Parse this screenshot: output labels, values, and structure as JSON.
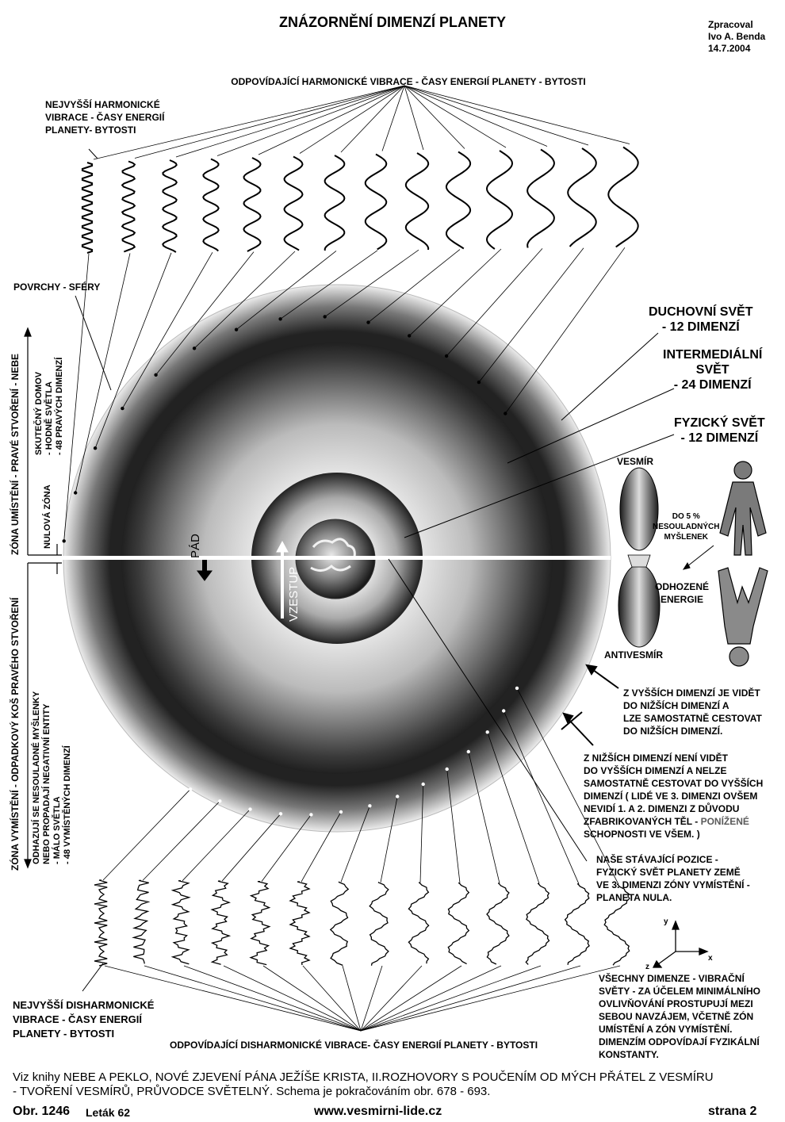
{
  "title": "ZNÁZORNĚNÍ DIMENZÍ PLANETY",
  "author_lines": "Zpracoval\nIvo A. Benda\n14.7.2004",
  "top_caption": "ODPOVÍDAJÍCÍ HARMONICKÉ VIBRACE - ČASY ENERGIÍ PLANETY - BYTOSTI",
  "top_left_label": "NEJVYŠŠÍ HARMONICKÉ\nVIBRACE - ČASY ENERGIÍ\nPLANETY- BYTOSTI",
  "spheres_label": "POVRCHY - SFÉRY",
  "spiritual_world": "DUCHOVNÍ SVĚT\n- 12 DIMENZÍ",
  "intermedial_world": "INTERMEDIÁLNÍ\nSVĚT\n- 24 DIMENZÍ",
  "physical_world": "FYZICKÝ SVĚT\n- 12 DIMENZÍ",
  "universe": "VESMÍR",
  "antiuniverse": "ANTIVESMÍR",
  "dissonant_thoughts": "DO 5 %\nNESOULADNÝCH\nMYŠLENEK",
  "discarded_energy": "ODHOZENÉ\nENERGIE",
  "fall_label": "PÁD",
  "ascent_label": "VZESTUP",
  "left_upper_zone": "ZÓNA UMÍSTĚNÍ - PRAVÉ STVOŘENÍ - NEBE",
  "left_lower_zone": "ZÓNA VYMÍSTĚNÍ - ODPADKOVÝ KOŠ PRAVÉHO STVOŘENÍ",
  "zero_zone": "NULOVÁ ZÓNA",
  "true_home": "SKUTEČNÝ DOMOV\n- HODNĚ SVĚTLA\n- 48 PRAVÝCH DIMENZÍ",
  "discarded_thoughts": "ODHAZUJÍ SE NESOULADNÉ MYŠLENKY\nNEBO PROPADAJÍ NEGATIVNÍ ENTITY\n- MÁLO SVĚTLA\n- 48 VYMÍSTĚNÝCH DIMENZÍ",
  "higher_dims_note": "Z VYŠŠÍCH DIMENZÍ JE VIDĚT\nDO NIŽŠÍCH DIMENZÍ A\nLZE SAMOSTATNĚ CESTOVAT\nDO NIŽŠÍCH DIMENZÍ.",
  "lower_dims_note": "Z NIŽŠÍCH DIMENZÍ   NENÍ VIDĚT\nDO VYŠŠÍCH DIMENZÍ A NELZE\nSAMOSTATNĚ CESTOVAT DO VYŠŠÍCH\nDIMENZÍ ( LIDÉ VE 3. DIMENZI OVŠEM\nNEVIDÍ 1. A 2. DIMENZI Z DŮVODU\nZFABRIKOVANÝCH TĚL - ",
  "lower_dims_note_highlight": "PONÍŽENÉ",
  "lower_dims_note_end": "SCHOPNOSTI VE VŠEM. )",
  "position_note": "NAŠE STÁVAJÍCÍ POZICE -\nFYZICKÝ SVĚT PLANETY ZEMĚ\nVE 3. DIMENZI ZÓNY VYMÍSTĚNÍ -\nPLANETA NULA.",
  "axis_y": "y",
  "axis_x": "x",
  "axis_z": "z",
  "all_dims_note": "VŠECHNY DIMENZE - VIBRAČNÍ\nSVĚTY - ZA ÚČELEM  MINIMÁLNÍHO\nOVLIVŇOVÁNÍ  PROSTUPUJÍ  MEZI\nSEBOU NAVZÁJEM, VČETNĚ ZÓN\nUMÍSTĚNÍ  A ZÓN VYMÍSTĚNÍ.\nDIMENZÍM ODPOVÍDAJÍ FYZIKÁLNÍ\nKONSTANTY.",
  "bottom_left_label": "NEJVYŠŠÍ DISHARMONICKÉ\nVIBRACE - ČASY ENERGIÍ\nPLANETY - BYTOSTI",
  "bottom_caption": "ODPOVÍDAJÍCÍ DISHARMONICKÉ VIBRACE- ČASY  ENERGIÍ  PLANETY - BYTOSTI",
  "footer_line1": "Viz knihy NEBE A PEKLO, NOVÉ ZJEVENÍ PÁNA JEŽÍŠE KRISTA, II.ROZHOVORY S POUČENÍM OD MÝCH PŘÁTEL Z VESMÍRU",
  "footer_line2": "- TVOŘENÍ VESMÍRŮ, PRŮVODCE SVĚTELNÝ. Schema je pokračováním obr. 678 - 693.",
  "figure_no": "Obr. 1246",
  "leaflet_no": "Leták 62",
  "website": "www.vesmirni-lide.cz",
  "page_no": "strana 2",
  "colors": {
    "highlight": "#5a5a5a"
  }
}
